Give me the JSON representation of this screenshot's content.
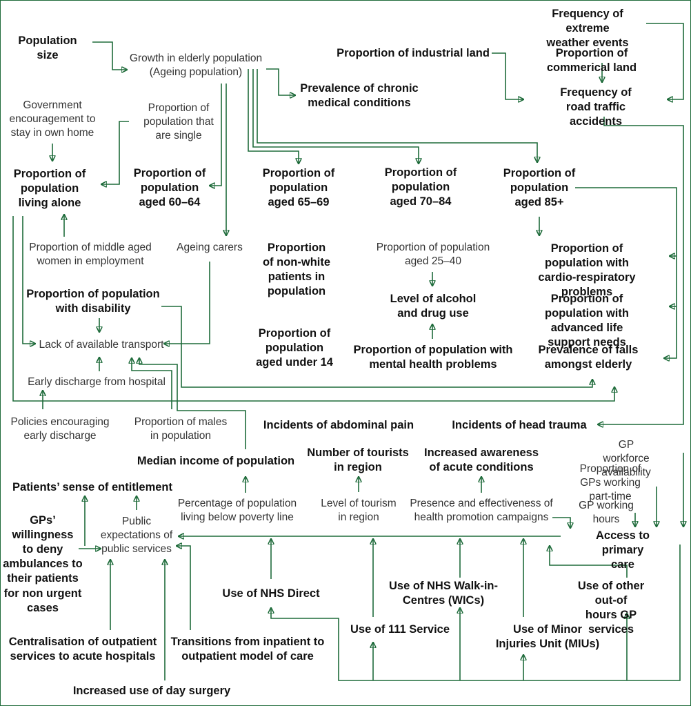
{
  "accent_color": "#1e6b3a",
  "nodes": {
    "population_size": "Population\nsize",
    "growth_elderly": "Growth in elderly population\n(Ageing population)",
    "chronic": "Prevalence of chronic\nmedical conditions",
    "industrial": "Proportion of industrial land",
    "commercial": "Proportion of commerical land",
    "extreme_weather": "Frequency of extreme\nweather events",
    "road_traffic": "Frequency of road traffic\naccidents",
    "gov_encourage": "Government\nencouragement to\nstay in own home",
    "single": "Proportion of\npopulation that\nare single",
    "living_alone": "Proportion of\npopulation\nliving alone",
    "aged_60_64": "Proportion of\npopulation\naged 60–64",
    "aged_65_69": "Proportion of\npopulation\naged 65–69",
    "aged_70_84": "Proportion of\npopulation\naged 70–84",
    "aged_85": "Proportion of\npopulation\naged 85+",
    "middle_aged_women": "Proportion of middle aged\nwomen in employment",
    "ageing_carers": "Ageing carers",
    "non_white": "Proportion\nof non-white\npatients in\npopulation",
    "aged_25_40": "Proportion of population\naged 25–40",
    "cardio": "Proportion of population with\ncardio-respiratory problems",
    "disability": "Proportion of population\nwith disability",
    "alcohol": "Level of alcohol\nand drug use",
    "advanced_life": "Proportion of population with\nadvanced life support needs",
    "transport": "Lack of available transport",
    "under_14": "Proportion of\npopulation\naged under 14",
    "mental_health": "Proportion of population with\nmental health problems",
    "falls": "Prevalence of falls\namongst elderly",
    "early_discharge": "Early discharge from hospital",
    "policies_discharge": "Policies encouraging\nearly discharge",
    "males": "Proportion of males\nin population",
    "abdominal": "Incidents of abdominal pain",
    "head_trauma": "Incidents of head trauma",
    "gp_workforce": "GP workforce availability",
    "median_income": "Median income of population",
    "tourists": "Number of tourists\nin region",
    "awareness": "Increased awareness\nof acute conditions",
    "gp_part_time": "Proportion of GPs working\npart-time",
    "entitlement": "Patients’ sense of entitlement",
    "poverty": "Percentage of population\nliving below poverty line",
    "tourism_level": "Level of tourism\nin region",
    "health_promotion": "Presence and effectiveness of\nhealth promotion campaigns",
    "gp_hours": "GP working hours",
    "gps_willingness": "GPs’\nwillingness\nto deny\nambulances to\ntheir patients\nfor non urgent\ncases",
    "public_expectations": "Public\nexpectations of\npublic services",
    "access_primary": "Access to primary care",
    "nhs_direct": "Use of NHS Direct",
    "walk_in": "Use of NHS Walk-in-\nCentres (WICs)",
    "out_of_hours": "Use of other out-of\nhours GP services",
    "service_111": "Use of 111 Service",
    "minor_injuries": "Use of Minor\nInjuries Unit (MIUs)",
    "centralisation": "Centralisation of outpatient\nservices to acute hospitals",
    "transitions": "Transitions from inpatient to\noutpatient model of care",
    "day_surgery": "Increased use of day surgery"
  }
}
